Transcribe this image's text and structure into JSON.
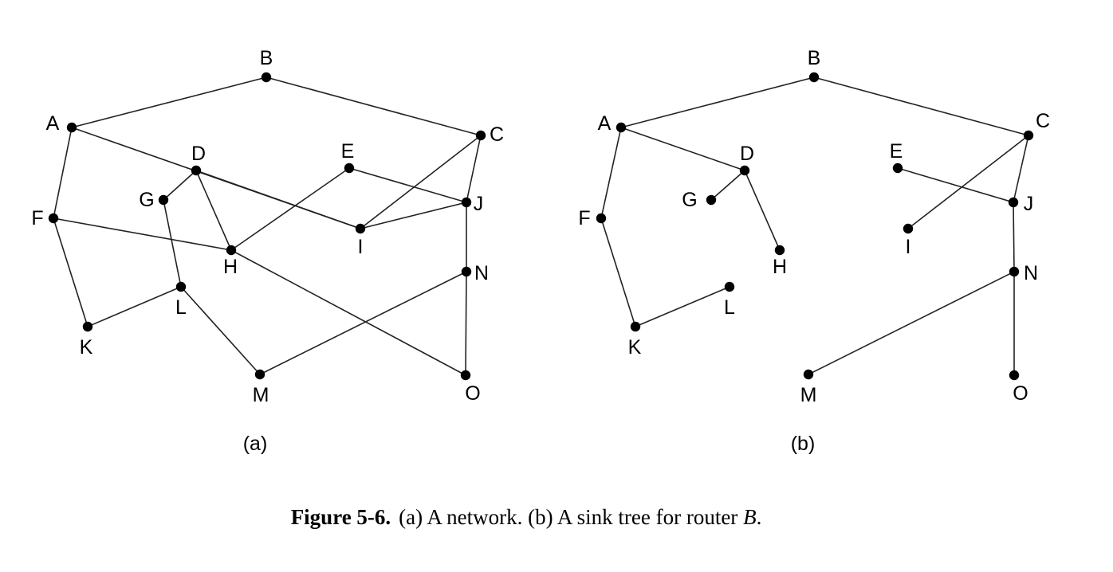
{
  "figure": {
    "caption_label": "Figure 5-6.",
    "caption_text_before_italic": "(a) A network. (b) A sink tree for router ",
    "caption_italic": "B",
    "caption_text_after_italic": "."
  },
  "panels": [
    {
      "id": "a",
      "label": "(a)",
      "nodes": [
        "A",
        "B",
        "C",
        "D",
        "E",
        "F",
        "G",
        "H",
        "I",
        "J",
        "K",
        "L",
        "M",
        "N",
        "O"
      ],
      "edges": [
        [
          "A",
          "B"
        ],
        [
          "B",
          "C"
        ],
        [
          "A",
          "F"
        ],
        [
          "A",
          "I"
        ],
        [
          "C",
          "I"
        ],
        [
          "C",
          "J"
        ],
        [
          "D",
          "G"
        ],
        [
          "D",
          "H"
        ],
        [
          "D",
          "I"
        ],
        [
          "E",
          "H"
        ],
        [
          "E",
          "J"
        ],
        [
          "F",
          "H"
        ],
        [
          "F",
          "K"
        ],
        [
          "G",
          "L"
        ],
        [
          "H",
          "O"
        ],
        [
          "I",
          "J"
        ],
        [
          "J",
          "N"
        ],
        [
          "K",
          "L"
        ],
        [
          "L",
          "M"
        ],
        [
          "M",
          "N"
        ],
        [
          "N",
          "O"
        ]
      ]
    },
    {
      "id": "b",
      "label": "(b)",
      "nodes": [
        "A",
        "B",
        "C",
        "D",
        "E",
        "F",
        "G",
        "H",
        "I",
        "J",
        "K",
        "L",
        "M",
        "N",
        "O"
      ],
      "edges": [
        [
          "A",
          "B"
        ],
        [
          "B",
          "C"
        ],
        [
          "A",
          "D"
        ],
        [
          "A",
          "F"
        ],
        [
          "D",
          "G"
        ],
        [
          "D",
          "H"
        ],
        [
          "F",
          "K"
        ],
        [
          "K",
          "L"
        ],
        [
          "C",
          "I"
        ],
        [
          "C",
          "J"
        ],
        [
          "E",
          "J"
        ],
        [
          "J",
          "N"
        ],
        [
          "M",
          "N"
        ],
        [
          "N",
          "O"
        ]
      ]
    }
  ]
}
